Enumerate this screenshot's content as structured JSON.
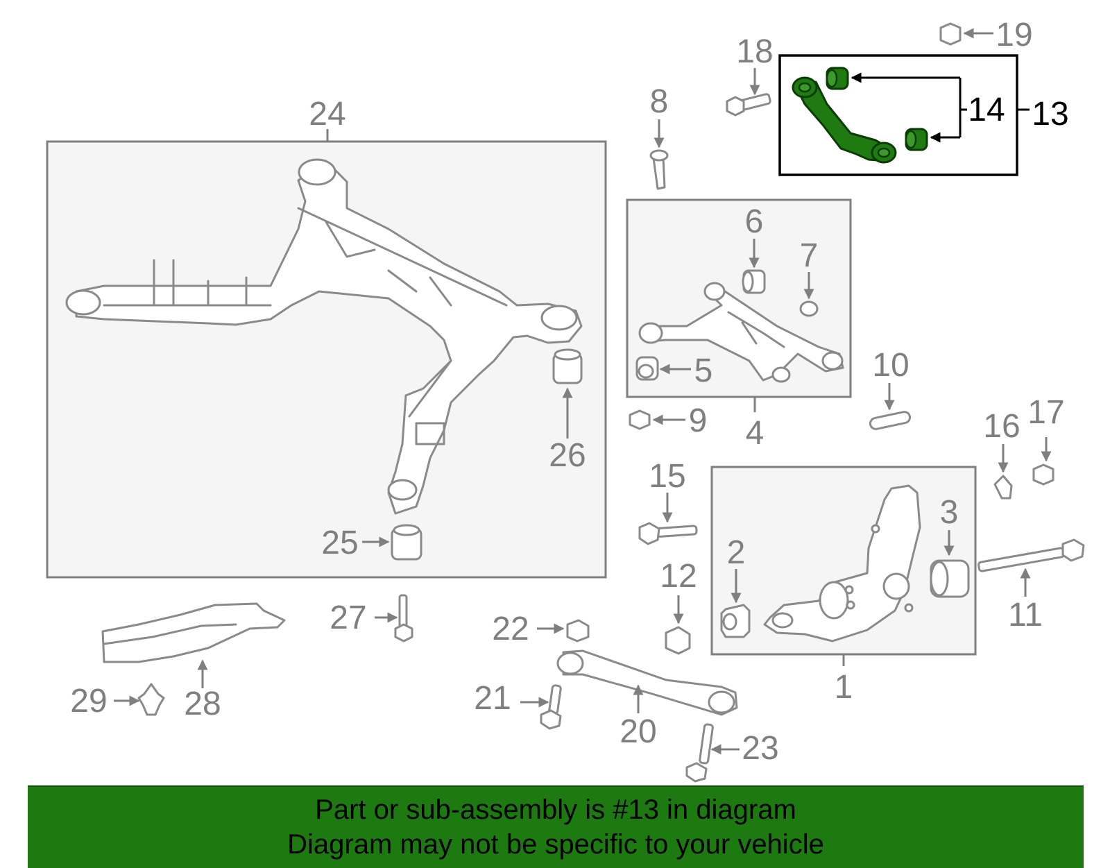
{
  "diagram": {
    "callouts": {
      "c1": "1",
      "c2": "2",
      "c3": "3",
      "c4": "4",
      "c5": "5",
      "c6": "6",
      "c7": "7",
      "c8": "8",
      "c9": "9",
      "c10": "10",
      "c11": "11",
      "c12": "12",
      "c13": "13",
      "c14": "14",
      "c15": "15",
      "c16": "16",
      "c17": "17",
      "c18": "18",
      "c19": "19",
      "c20": "20",
      "c21": "21",
      "c22": "22",
      "c23": "23",
      "c24": "24",
      "c25": "25",
      "c26": "26",
      "c27": "27",
      "c28": "28",
      "c29": "29"
    },
    "highlighted_part": "13",
    "highlight_color": "#1f7a12"
  },
  "banner": {
    "line1": "Part or sub-assembly is #13 in diagram",
    "line2": "Diagram may not be specific to your vehicle",
    "background": "#1c7a10"
  }
}
